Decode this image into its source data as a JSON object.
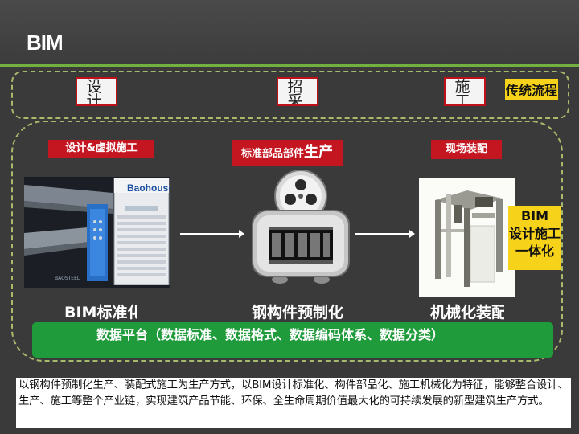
{
  "header": {
    "title": "BIM"
  },
  "traditional": {
    "stages": [
      "设计",
      "招采",
      "施工"
    ],
    "label": "传统流程"
  },
  "steps": [
    {
      "tag": "设计&虚拟施工",
      "caption": "BIM标准化"
    },
    {
      "tag_prefix": "标准部品部件",
      "tag_emphasis": "生产",
      "caption": "钢构件预制化"
    },
    {
      "tag": "现场装配",
      "caption": "机械化装配"
    }
  ],
  "screenshot": {
    "logo": "Baohouse",
    "brand": "BAOSTEEL"
  },
  "bim_integration": {
    "lines": [
      "BIM",
      "设计施工",
      "一体化"
    ]
  },
  "platform": {
    "label": "数据平台（数据标准、数据格式、数据编码体系、数据分类）"
  },
  "summary": {
    "text": "以钢构件预制化生产、装配式施工为生产方式，以BIM设计标准化、构件部品化、施工机械化为特征，能够整合设计、生产、施工等整个产业链，实现建筑产品节能、环保、全生命周期价值最大化的可持续发展的新型建筑生产方式。"
  },
  "colors": {
    "accent_green": "#72b13f",
    "stage_red": "#c41620",
    "highlight_yellow": "#f7d21b",
    "platform_green": "#1f9b3b"
  }
}
